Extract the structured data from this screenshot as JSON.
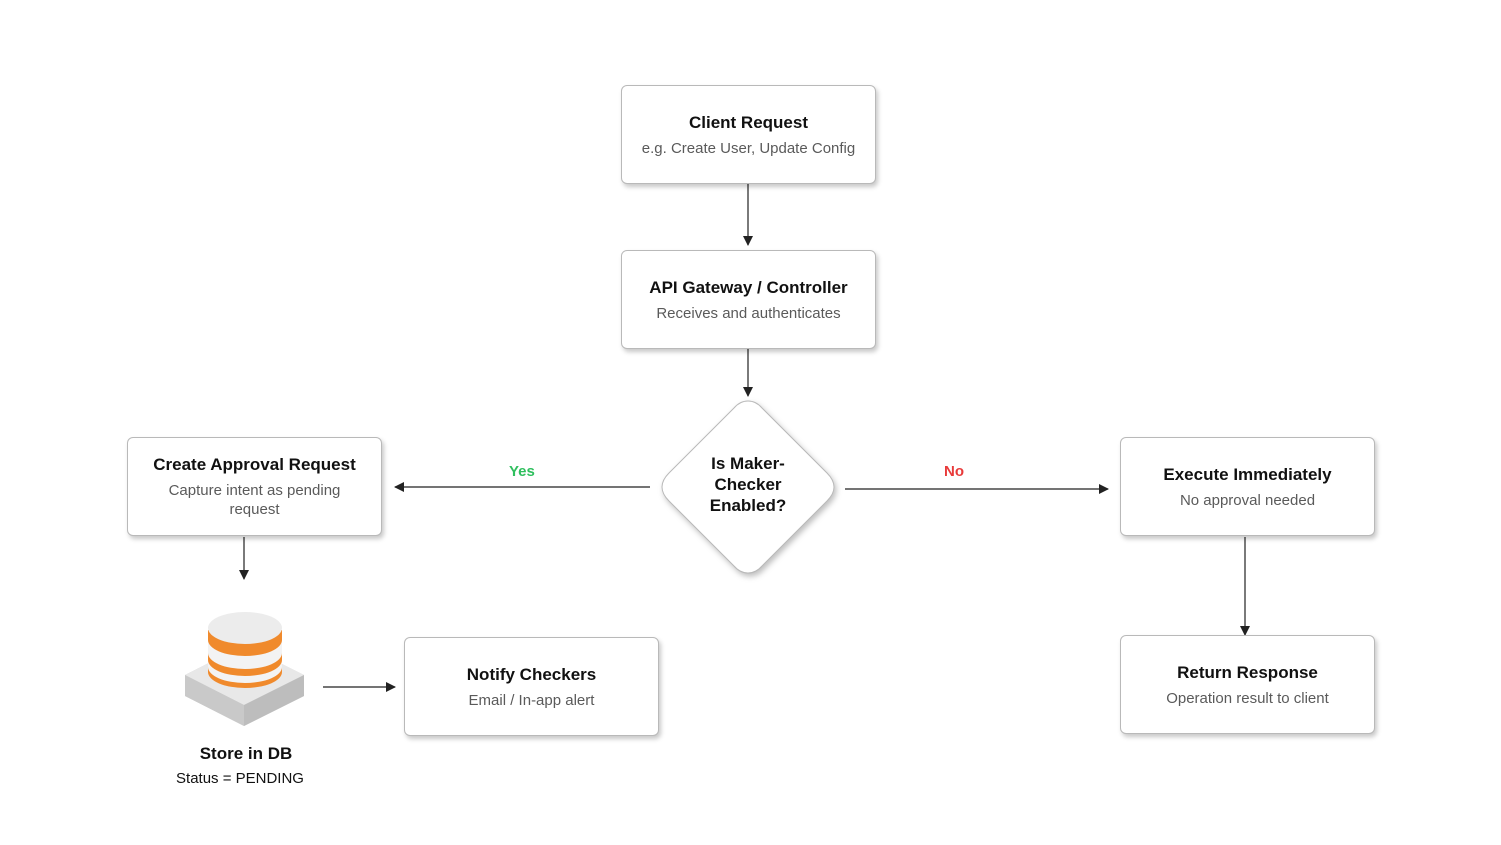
{
  "nodes": {
    "client": {
      "title": "Client Request",
      "subtitle": "e.g. Create User, Update Config"
    },
    "gateway": {
      "title": "API Gateway / Controller",
      "subtitle": "Receives and authenticates"
    },
    "decision": {
      "title": "Is Maker-Checker Enabled?"
    },
    "approval": {
      "title": "Create Approval Request",
      "subtitle": "Capture intent as pending request"
    },
    "store": {
      "title": "Store in DB",
      "subtitle": "Status = PENDING"
    },
    "notify": {
      "title": "Notify Checkers",
      "subtitle": "Email / In-app alert"
    },
    "execute": {
      "title": "Execute Immediately",
      "subtitle": "No approval needed"
    },
    "response": {
      "title": "Return Response",
      "subtitle": "Operation result to client"
    }
  },
  "edges": {
    "yes_label": "Yes",
    "no_label": "No"
  },
  "colors": {
    "yes": "#2fbf5e",
    "no": "#e83a3a",
    "db_accent": "#f08a2c",
    "db_base": "#d6d6d6"
  },
  "icons": {
    "database": "database-icon"
  }
}
